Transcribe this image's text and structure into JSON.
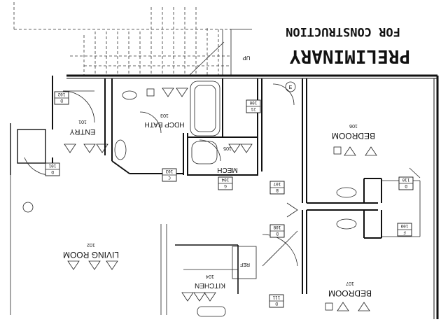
{
  "stamp": {
    "line1": "PRELIMINARY",
    "line2": "FOR CONSTRUCTION"
  },
  "rooms": {
    "entry": {
      "name": "ENTRY",
      "number": "101"
    },
    "living": {
      "name": "LIVING ROOM",
      "number": "102"
    },
    "bath": {
      "name": "HDCP BATH",
      "number": "103"
    },
    "kitchen": {
      "name": "KITCHEN",
      "number": "104"
    },
    "mech": {
      "name": "MECH",
      "number": "105"
    },
    "bedroom1": {
      "name": "BEDROOM",
      "number": "106"
    },
    "bedroom2": {
      "name": "BEDROOM",
      "number": "107"
    }
  },
  "labels": {
    "up": "UP",
    "refrigerator": "REF",
    "circle_tag": "E"
  },
  "door_tags": [
    {
      "id": "door-tag-100",
      "number": "100",
      "code": "21"
    },
    {
      "id": "door-tag-101",
      "number": "101",
      "code": "D"
    },
    {
      "id": "door-tag-102",
      "number": "102",
      "code": "D"
    },
    {
      "id": "door-tag-103",
      "number": "103",
      "code": "C"
    },
    {
      "id": "door-tag-104",
      "number": "104",
      "code": "G"
    },
    {
      "id": "door-tag-107",
      "number": "107",
      "code": "B"
    },
    {
      "id": "door-tag-108",
      "number": "108",
      "code": "D"
    },
    {
      "id": "door-tag-109",
      "number": "109",
      "code": "F"
    },
    {
      "id": "door-tag-110",
      "number": "110",
      "code": "D"
    },
    {
      "id": "door-tag-111",
      "number": "111",
      "code": "D"
    }
  ],
  "colors": {
    "ink": "#111111",
    "paper": "#ffffff"
  }
}
